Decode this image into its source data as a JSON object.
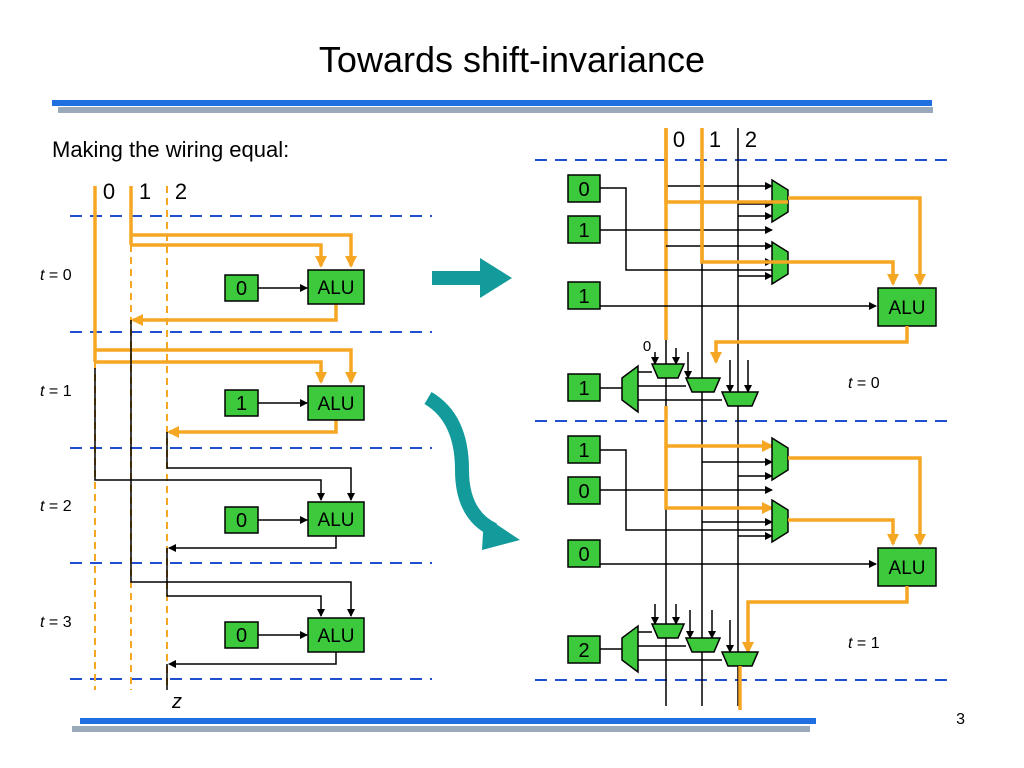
{
  "title": "Towards shift-invariance",
  "subtitle": "Making the wiring equal:",
  "page_number": "3",
  "colors": {
    "rule_blue": "#1f6fe0",
    "rule_gray": "#9aaabb",
    "green": "#3cc93c",
    "orange": "#f5a623",
    "teal": "#139a9a",
    "dash_blue": "#1f4fd0"
  },
  "left": {
    "cols": [
      "0",
      "1",
      "2"
    ],
    "out_label": "z",
    "alu_label": "ALU",
    "stages": [
      {
        "t_var": "t",
        "t_rest": " = 0",
        "const": "0"
      },
      {
        "t_var": "t",
        "t_rest": " = 1",
        "const": "1"
      },
      {
        "t_var": "t",
        "t_rest": " = 2",
        "const": "0"
      },
      {
        "t_var": "t",
        "t_rest": " = 3",
        "const": "0"
      }
    ]
  },
  "right": {
    "cols": [
      "0",
      "1",
      "2"
    ],
    "alu_label": "ALU",
    "mux_zero_label": "0",
    "stages": [
      {
        "t_var": "t",
        "t_rest": " = 0",
        "consts": [
          "0",
          "1",
          "1"
        ],
        "sel": "1"
      },
      {
        "t_var": "t",
        "t_rest": " = 1",
        "consts": [
          "1",
          "0",
          "0"
        ],
        "sel": "2"
      }
    ]
  }
}
